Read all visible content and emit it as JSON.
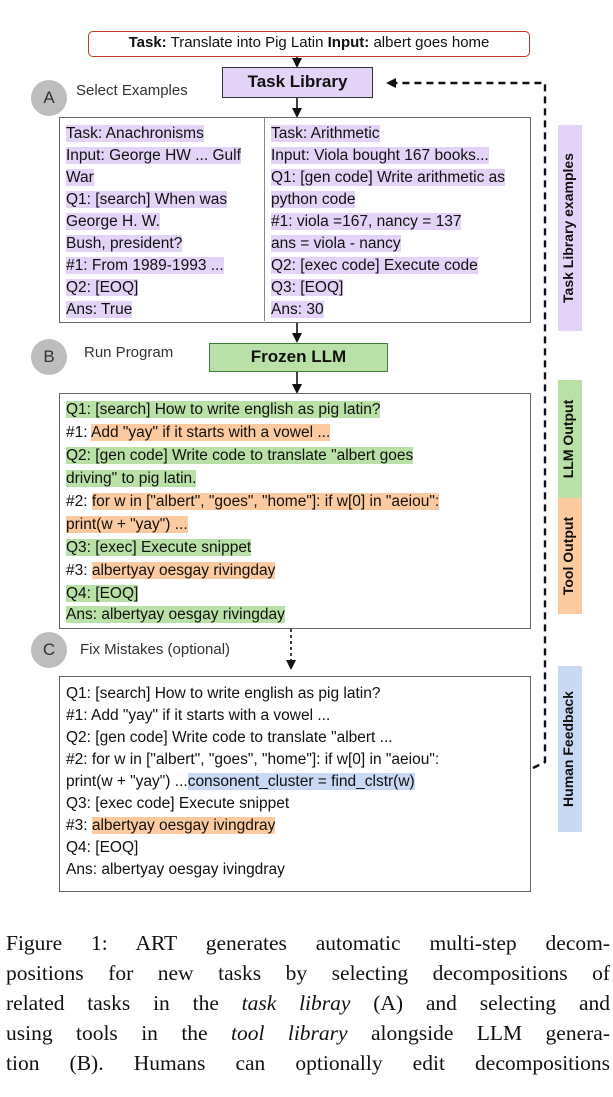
{
  "task_banner": {
    "task_label": "Task:",
    "task_text": "Translate into Pig Latin",
    "input_label": "Input:",
    "input_text": "albert goes home"
  },
  "task_library": {
    "label": "Task Library"
  },
  "steps": {
    "a": {
      "letter": "A",
      "label": "Select Examples"
    },
    "b": {
      "letter": "B",
      "label": "Run Program"
    },
    "c": {
      "letter": "C",
      "label": "Fix Mistakes (optional)"
    }
  },
  "examples": {
    "left": [
      "Task: Anachronisms",
      "Input: George HW ... Gulf",
      "War",
      "Q1: [search] When was",
      "George H. W.",
      "Bush, president?",
      "#1: From 1989-1993 ...",
      "Q2: [EOQ]",
      "Ans: True"
    ],
    "right": [
      "Task: Arithmetic",
      "Input: Viola bought 167 books...",
      "Q1: [gen code] Write arithmetic as",
      "python code",
      "#1: viola =167, nancy = 137",
      "ans = viola - nancy",
      "Q2: [exec code] Execute code",
      "Q3: [EOQ]",
      "Ans: 30"
    ]
  },
  "frozen_llm": {
    "label": "Frozen LLM"
  },
  "program": {
    "lines": [
      "Q1: [search] How to write english as pig latin?",
      "#1: ",
      "Add \"yay\" if it starts with a vowel ...",
      "Q2: [gen code] Write code to translate \"albert goes",
      "driving\" to pig latin.",
      "#2: ",
      " for w in [\"albert\", \"goes\", \"home\"]: if w[0] in \"aeiou\":",
      "print(w + \"yay\") ...",
      "Q3: [exec] Execute snippet",
      "#3: ",
      "albertyay oesgay rivingday",
      "Q4: [EOQ]",
      "Ans: albertyay oesgay rivingday"
    ]
  },
  "fixed": {
    "lines": [
      "Q1: [search] How to write english as pig latin?",
      "#1: Add \"yay\" if it starts with a vowel ...",
      "Q2: [gen code] Write code to translate \"albert ...",
      "#2:  for w in [\"albert\", \"goes\", \"home\"]: if w[0] in \"aeiou\":",
      "print(w + \"yay\") ...",
      "consonent_cluster = find_clstr(w)",
      "Q3: [exec code] Execute snippet",
      "#3: ",
      "albertyay oesgay ivingdray",
      "Q4: [EOQ]",
      "Ans: albertyay oesgay ivingdray"
    ]
  },
  "side_labels": {
    "task_library_examples": "Task Library examples",
    "llm_output": "LLM Output",
    "tool_output": "Tool Output",
    "human_feedback": "Human Feedback"
  },
  "caption": {
    "lines": [
      "Figure 1: ART generates automatic multi-step decom-",
      "positions for new tasks by selecting decompositions of",
      "related tasks in the ",
      "task libray",
      " (A) and selecting and",
      "using tools in the ",
      "tool library",
      " alongside LLM genera-",
      "tion (B). Humans can optionally edit decompositions"
    ]
  }
}
